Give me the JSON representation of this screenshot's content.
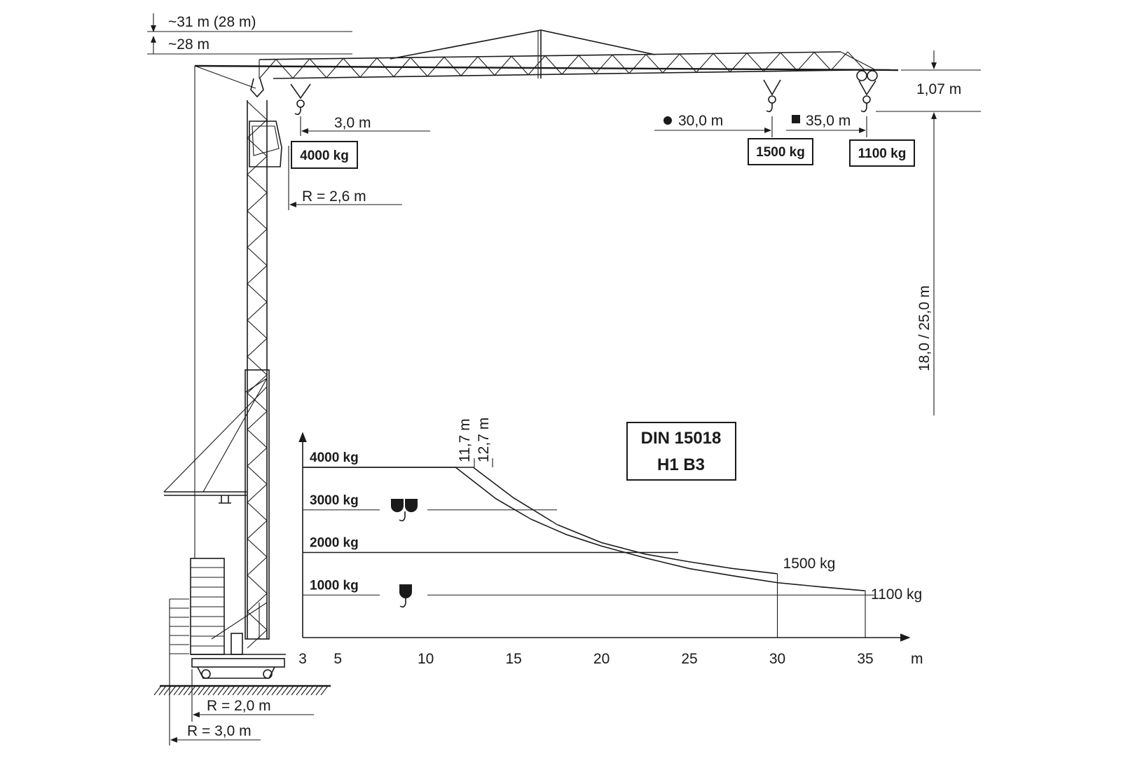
{
  "dimensions": {
    "hook_height_max": "~31 m (28 m)",
    "hook_height": "~28 m",
    "jib_depth": "1,07 m",
    "min_radius_label": "3,0 m",
    "tower_radius": "R = 2,6 m",
    "base_radius_1": "R = 2,0 m",
    "base_radius_2": "R = 3,0 m",
    "jib_radius_1": "30,0 m",
    "jib_radius_2": "35,0 m",
    "clearance_height": "18,0  /  25,0 m",
    "break_radius_1": "11,7 m",
    "break_radius_2": "12,7 m"
  },
  "loads": {
    "at_min_radius": "4000 kg",
    "at_30": "1500 kg",
    "at_35": "1100 kg"
  },
  "standard": {
    "line1": "DIN 15018",
    "line2": "H1 B3"
  },
  "chart_data": {
    "type": "line",
    "x_unit": "m",
    "x_ticks": [
      "3",
      "5",
      "10",
      "15",
      "20",
      "25",
      "30",
      "35"
    ],
    "xlim": [
      3,
      35
    ],
    "y_ticks": [
      "1000 kg",
      "2000 kg",
      "3000 kg",
      "4000 kg"
    ],
    "ylim": [
      0,
      4000
    ],
    "series": [
      {
        "name": "1500 kg",
        "hook": "double",
        "points": [
          [
            3,
            4000
          ],
          [
            12.7,
            4000
          ],
          [
            15,
            3280
          ],
          [
            17.5,
            2650
          ],
          [
            20,
            2230
          ],
          [
            22.5,
            1960
          ],
          [
            25,
            1780
          ],
          [
            27.5,
            1620
          ],
          [
            30,
            1500
          ]
        ]
      },
      {
        "name": "1100 kg",
        "hook": "single",
        "points": [
          [
            3,
            4000
          ],
          [
            11.7,
            4000
          ],
          [
            14,
            3260
          ],
          [
            16,
            2780
          ],
          [
            18,
            2420
          ],
          [
            20,
            2150
          ],
          [
            22.5,
            1870
          ],
          [
            25,
            1620
          ],
          [
            27.5,
            1450
          ],
          [
            30,
            1290
          ],
          [
            32.5,
            1190
          ],
          [
            35,
            1100
          ]
        ]
      }
    ]
  }
}
